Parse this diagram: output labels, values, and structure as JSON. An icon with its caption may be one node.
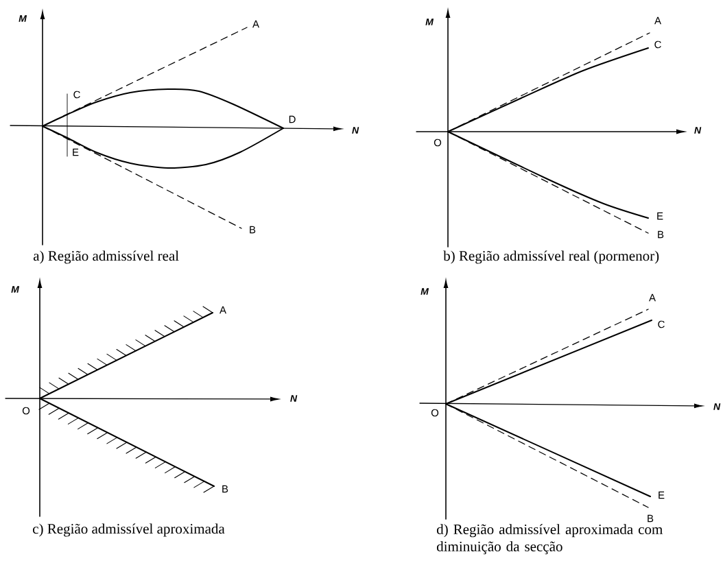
{
  "diagram": {
    "labels": [
      "M",
      "A",
      "C",
      "D",
      "N",
      "E",
      "B",
      "a) Região admissível real",
      "M",
      "A",
      "C",
      "N",
      "O",
      "E",
      "B",
      "b) Região admissível real (pormenor)",
      "M",
      "A",
      "N",
      "O",
      "B",
      "c) Região admissível aproximada",
      "M",
      "A",
      "C",
      "N",
      "O",
      "E",
      "B",
      "d) Região admissível aproximada com diminuição da secção"
    ]
  }
}
